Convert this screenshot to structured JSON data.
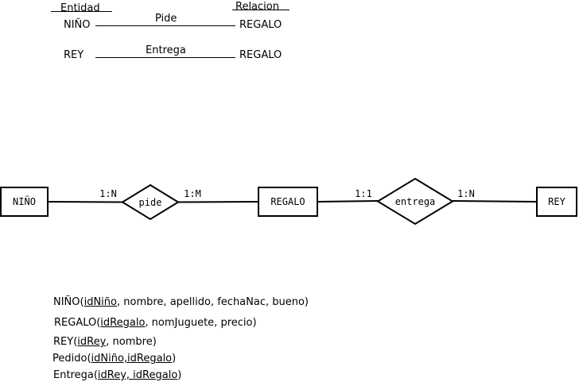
{
  "legend": {
    "entity_header": "Entidad",
    "relation_header": "Relacion",
    "rows": [
      {
        "from": "NIÑO",
        "relation": "Pide",
        "to": "REGALO"
      },
      {
        "from": "REY",
        "relation": "Entrega",
        "to": "REGALO"
      }
    ]
  },
  "diagram": {
    "entities": [
      "NIÑO",
      "REGALO",
      "REY"
    ],
    "relationships": [
      "pide",
      "entrega"
    ],
    "cardinalities": [
      "1:N",
      "1:M",
      "1:1",
      "1:N"
    ]
  },
  "schema": [
    {
      "name": "NIÑO(",
      "key": "idNiño",
      "rest": ", nombre, apellido, fechaNac, bueno)"
    },
    {
      "name": "REGALO(",
      "key": "idRegalo",
      "rest": ", nomJuguete, precio)"
    },
    {
      "name": "REY(",
      "key": "idRey",
      "rest": ", nombre)"
    },
    {
      "name": "Pedido(",
      "key": "idNiño,idRegalo",
      "rest": ")"
    },
    {
      "name": "Entrega(",
      "key": "idRey, idRegalo",
      "rest": ")"
    }
  ]
}
